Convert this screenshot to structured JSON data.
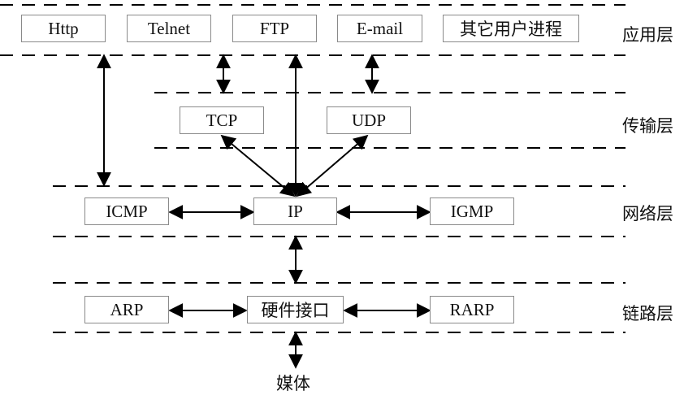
{
  "layers": {
    "application": "应用层",
    "transport": "传输层",
    "network": "网络层",
    "link": "链路层"
  },
  "application_protocols": [
    "Http",
    "Telnet",
    "FTP",
    "E-mail",
    "其它用户进程"
  ],
  "transport_protocols": [
    "TCP",
    "UDP"
  ],
  "network_protocols": [
    "ICMP",
    "IP",
    "IGMP"
  ],
  "link_protocols": [
    "ARP",
    "硬件接口",
    "RARP"
  ],
  "media": "媒体"
}
